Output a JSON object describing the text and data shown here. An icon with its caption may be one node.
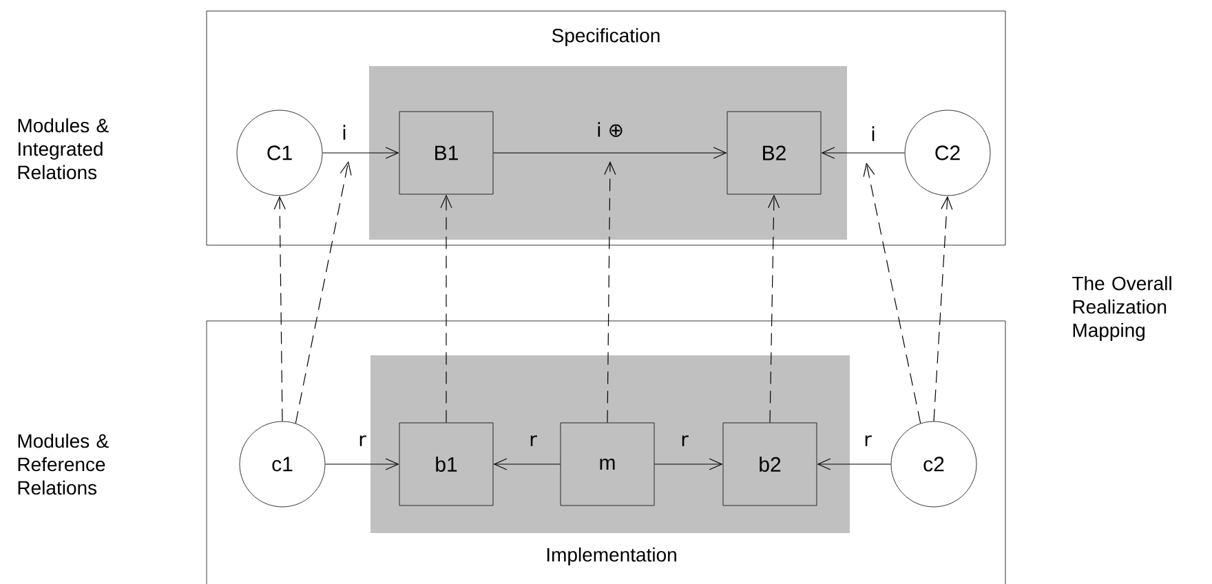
{
  "diagram": {
    "nodes": [
      {
        "text": [
          "Specification"
        ]
      },
      {
        "text": [],
        "shape": "box",
        "in": 0
      },
      {
        "text": [
          "C1"
        ],
        "in": 0
      },
      {
        "text": [
          "B1"
        ],
        "in": 1
      },
      {
        "text": [
          "B2"
        ],
        "in": 1
      },
      {
        "text": [
          "C2"
        ],
        "in": 0
      },
      {
        "text": [
          "Implementation"
        ]
      },
      {
        "text": [],
        "shape": "box",
        "in": 6
      },
      {
        "text": [
          "c1"
        ],
        "in": 6
      },
      {
        "text": [
          "b1"
        ],
        "in": 7
      },
      {
        "text": [
          "m"
        ],
        "in": 7
      },
      {
        "text": [
          "b2"
        ],
        "in": 7
      },
      {
        "text": [
          "c2"
        ],
        "in": 6
      }
    ],
    "edges": [
      {
        "from": 2,
        "to": 3,
        "arrow": "to",
        "label": "i"
      },
      {
        "from": 3,
        "to": 4,
        "arrow": "to",
        "label": "i ⊕"
      },
      {
        "from": 5,
        "to": 4,
        "arrow": "to",
        "label": "i"
      },
      {
        "from": 8,
        "to": 9,
        "arrow": "to",
        "label": "r"
      },
      {
        "from": 10,
        "to": 9,
        "arrow": "to",
        "label": "r"
      },
      {
        "from": 10,
        "to": 11,
        "arrow": "to",
        "label": "r"
      },
      {
        "from": 12,
        "to": 11,
        "arrow": "to",
        "label": "r"
      },
      {
        "from": 8,
        "to": 2,
        "arrow": "to",
        "style": "dashed"
      },
      {
        "from": 8,
        "to": null,
        "arrow": "to",
        "style": "dashed"
      },
      {
        "from": 9,
        "to": 3,
        "arrow": "to",
        "style": "dashed"
      },
      {
        "from": 10,
        "to": null,
        "arrow": "to",
        "style": "dashed"
      },
      {
        "from": 11,
        "to": 4,
        "arrow": "to",
        "style": "dashed"
      },
      {
        "from": 12,
        "to": null,
        "arrow": "to",
        "style": "dashed"
      },
      {
        "from": 12,
        "to": 5,
        "arrow": "to",
        "style": "dashed"
      }
    ],
    "labels": [
      "Modules & Integrated Relations",
      "The Overall Realization Mapping",
      "Modules & Reference Relations"
    ]
  }
}
